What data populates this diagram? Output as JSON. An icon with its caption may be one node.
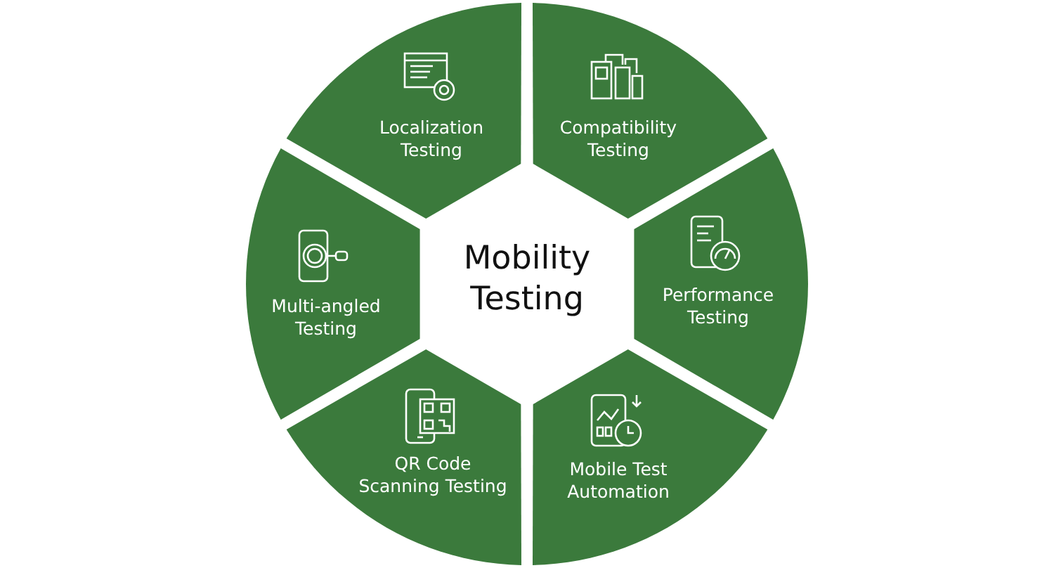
{
  "diagram": {
    "nodes": [
      {
        "text": [
          "Localization Testing"
        ]
      },
      {
        "text": [
          "Compatibility Testing"
        ]
      },
      {
        "text": [
          "Mobility Testing"
        ]
      },
      {
        "text": [
          "Multi-angled Testing"
        ]
      },
      {
        "text": [
          "Performance Testing"
        ]
      },
      {
        "text": [
          "QR Code Scanning Testing"
        ]
      },
      {
        "text": [
          "Mobile Test Automation"
        ]
      }
    ]
  }
}
